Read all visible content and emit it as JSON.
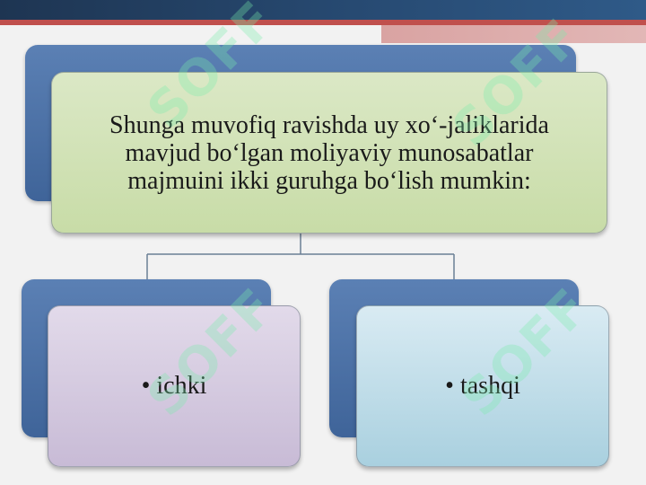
{
  "diagram": {
    "main_text": "Shunga muvofiq ravishda uy xo‘-jaliklarida mavjud bo‘lgan moliyaviy munosabatlar majmuini ikki guruhga bo‘lish mumkin:",
    "left_item": "• ichki",
    "right_item": "• tashqi"
  },
  "watermark": {
    "text": "SOFF"
  },
  "colors": {
    "top_bar": "#274a72",
    "accent_red": "#c0504d",
    "back_card_blue": "#4a6fa5",
    "main_card_green": "#d3e3bb",
    "left_card_lavender": "#d6cce2",
    "right_card_lightblue": "#c1dfea"
  }
}
